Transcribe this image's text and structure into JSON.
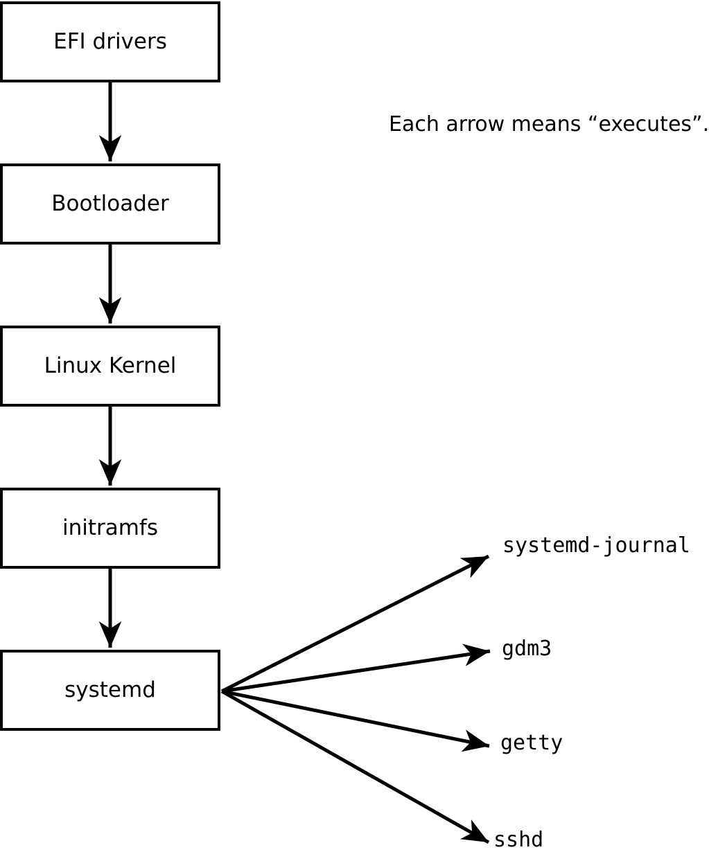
{
  "diagram": {
    "caption": "Each arrow means “executes”.",
    "arrow_meaning": "executes",
    "nodes": [
      {
        "id": "efi-drivers",
        "label": "EFI drivers"
      },
      {
        "id": "bootloader",
        "label": "Bootloader"
      },
      {
        "id": "linux-kernel",
        "label": "Linux Kernel"
      },
      {
        "id": "initramfs",
        "label": "initramfs"
      },
      {
        "id": "systemd",
        "label": "systemd"
      }
    ],
    "processes": [
      {
        "id": "systemd-journal",
        "label": "systemd-journal"
      },
      {
        "id": "gdm3",
        "label": "gdm3"
      },
      {
        "id": "getty",
        "label": "getty"
      },
      {
        "id": "sshd",
        "label": "sshd"
      }
    ],
    "edges": [
      {
        "from": "efi-drivers",
        "to": "bootloader"
      },
      {
        "from": "bootloader",
        "to": "linux-kernel"
      },
      {
        "from": "linux-kernel",
        "to": "initramfs"
      },
      {
        "from": "initramfs",
        "to": "systemd"
      },
      {
        "from": "systemd",
        "to": "systemd-journal"
      },
      {
        "from": "systemd",
        "to": "gdm3"
      },
      {
        "from": "systemd",
        "to": "getty"
      },
      {
        "from": "systemd",
        "to": "sshd"
      }
    ],
    "colors": {
      "line": "#000000",
      "box_border": "#000000",
      "box_fill": "#ffffff",
      "text": "#000000",
      "background": "#ffffff"
    }
  }
}
